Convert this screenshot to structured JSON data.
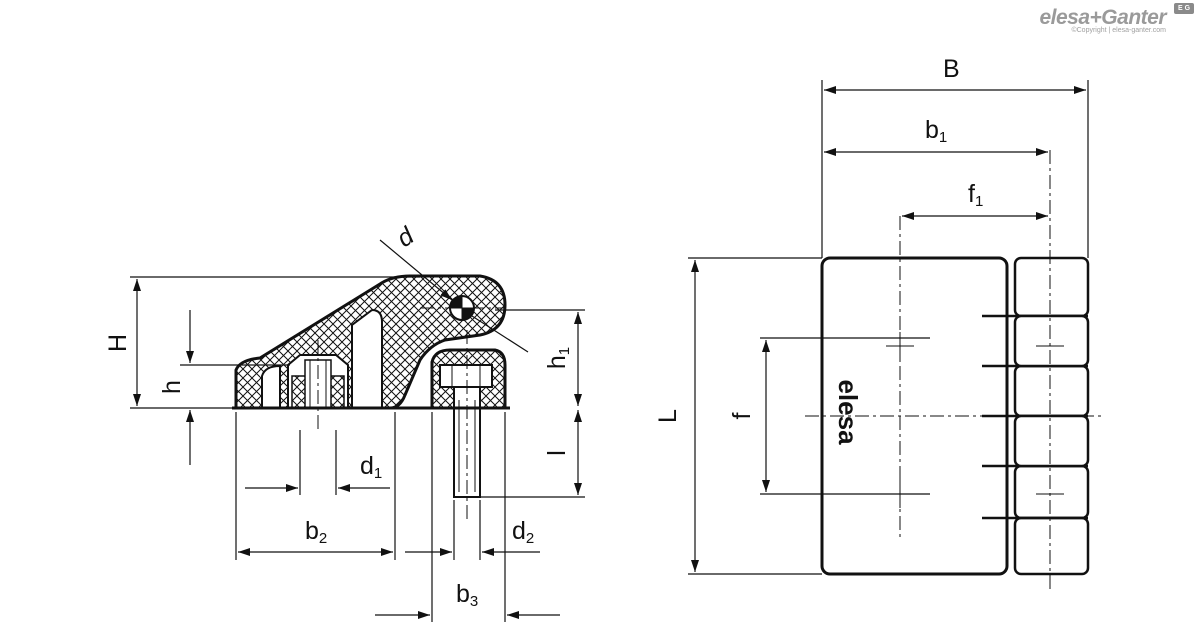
{
  "logo": {
    "brand": "elesa+Ganter",
    "copyright": "©Copyright | elesa-ganter.com",
    "badge": "E G"
  },
  "part_mark": "elesa",
  "dimensions": {
    "B": "B",
    "b1": {
      "base": "b",
      "sub": "1"
    },
    "f1": {
      "base": "f",
      "sub": "1"
    },
    "L": "L",
    "f": "f",
    "H": "H",
    "h": "h",
    "d": "d",
    "h1": {
      "base": "h",
      "sub": "1"
    },
    "l": "l",
    "d1": {
      "base": "d",
      "sub": "1"
    },
    "b2": {
      "base": "b",
      "sub": "2"
    },
    "d2": {
      "base": "d",
      "sub": "2"
    },
    "b3": {
      "base": "b",
      "sub": "3"
    }
  }
}
